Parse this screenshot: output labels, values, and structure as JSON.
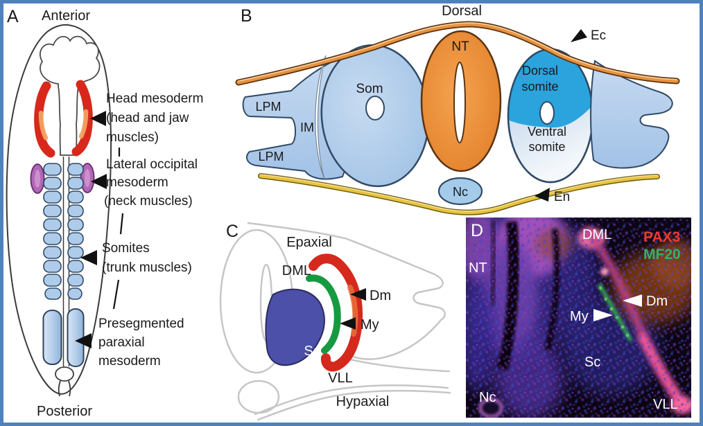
{
  "figure": {
    "border_color": "#4f81bd",
    "background": "#ffffff"
  },
  "panel_a": {
    "letter": "A",
    "orientation_top": "Anterior",
    "orientation_bottom": "Posterior",
    "annotations": [
      {
        "lines": [
          "Head mesoderm",
          "(head and jaw",
          "muscles)"
        ]
      },
      {
        "lines": [
          "Lateral occipital",
          "mesoderm",
          "(neck muscles)"
        ]
      },
      {
        "lines": [
          "Somites",
          "(trunk muscles)"
        ]
      },
      {
        "lines": [
          "Presegmented",
          "paraxial",
          "mesoderm"
        ]
      }
    ]
  },
  "panel_b": {
    "letter": "B",
    "orientation_top": "Dorsal",
    "labels": {
      "ectoderm": "Ec",
      "endoderm": "En",
      "neural_tube": "NT",
      "somite": "Som",
      "intermediate_mesoderm": "IM",
      "lateral_plate_top": "LPM",
      "lateral_plate_bottom": "LPM",
      "notochord": "Nc",
      "dorsal_somite_line1": "Dorsal",
      "dorsal_somite_line2": "somite",
      "ventral_somite_line1": "Ventral",
      "ventral_somite_line2": "somite"
    }
  },
  "panel_c": {
    "letter": "C",
    "labels": {
      "epaxial": "Epaxial",
      "hypaxial": "Hypaxial",
      "dml": "DML",
      "dermomyotome": "Dm",
      "myotome": "My",
      "sclerotome": "Sc",
      "vll": "VLL"
    }
  },
  "panel_d": {
    "letter": "D",
    "labels": {
      "neural_tube": "NT",
      "dml": "DML",
      "dermomyotome": "Dm",
      "myotome": "My",
      "sclerotome": "Sc",
      "notochord": "Nc",
      "vll": "VLL"
    },
    "stains": [
      {
        "name": "PAX3",
        "color": "#f03a2e"
      },
      {
        "name": "MF20",
        "color": "#2db469"
      }
    ]
  },
  "colors": {
    "ectoderm_orange": "#e8913e",
    "endoderm_yellow": "#e9c33f",
    "neural_tube_orange": "#e98433",
    "mesoderm_blue": "#aecbe9",
    "dorsal_somite_blue": "#2ba3dd",
    "head_mesoderm_red": "#d8281c",
    "occipital_purple": "#b368b5",
    "dermomyotome_red": "#d5291d",
    "myotome_green": "#169a40",
    "sclerotome_indigo": "#4c50a8"
  }
}
